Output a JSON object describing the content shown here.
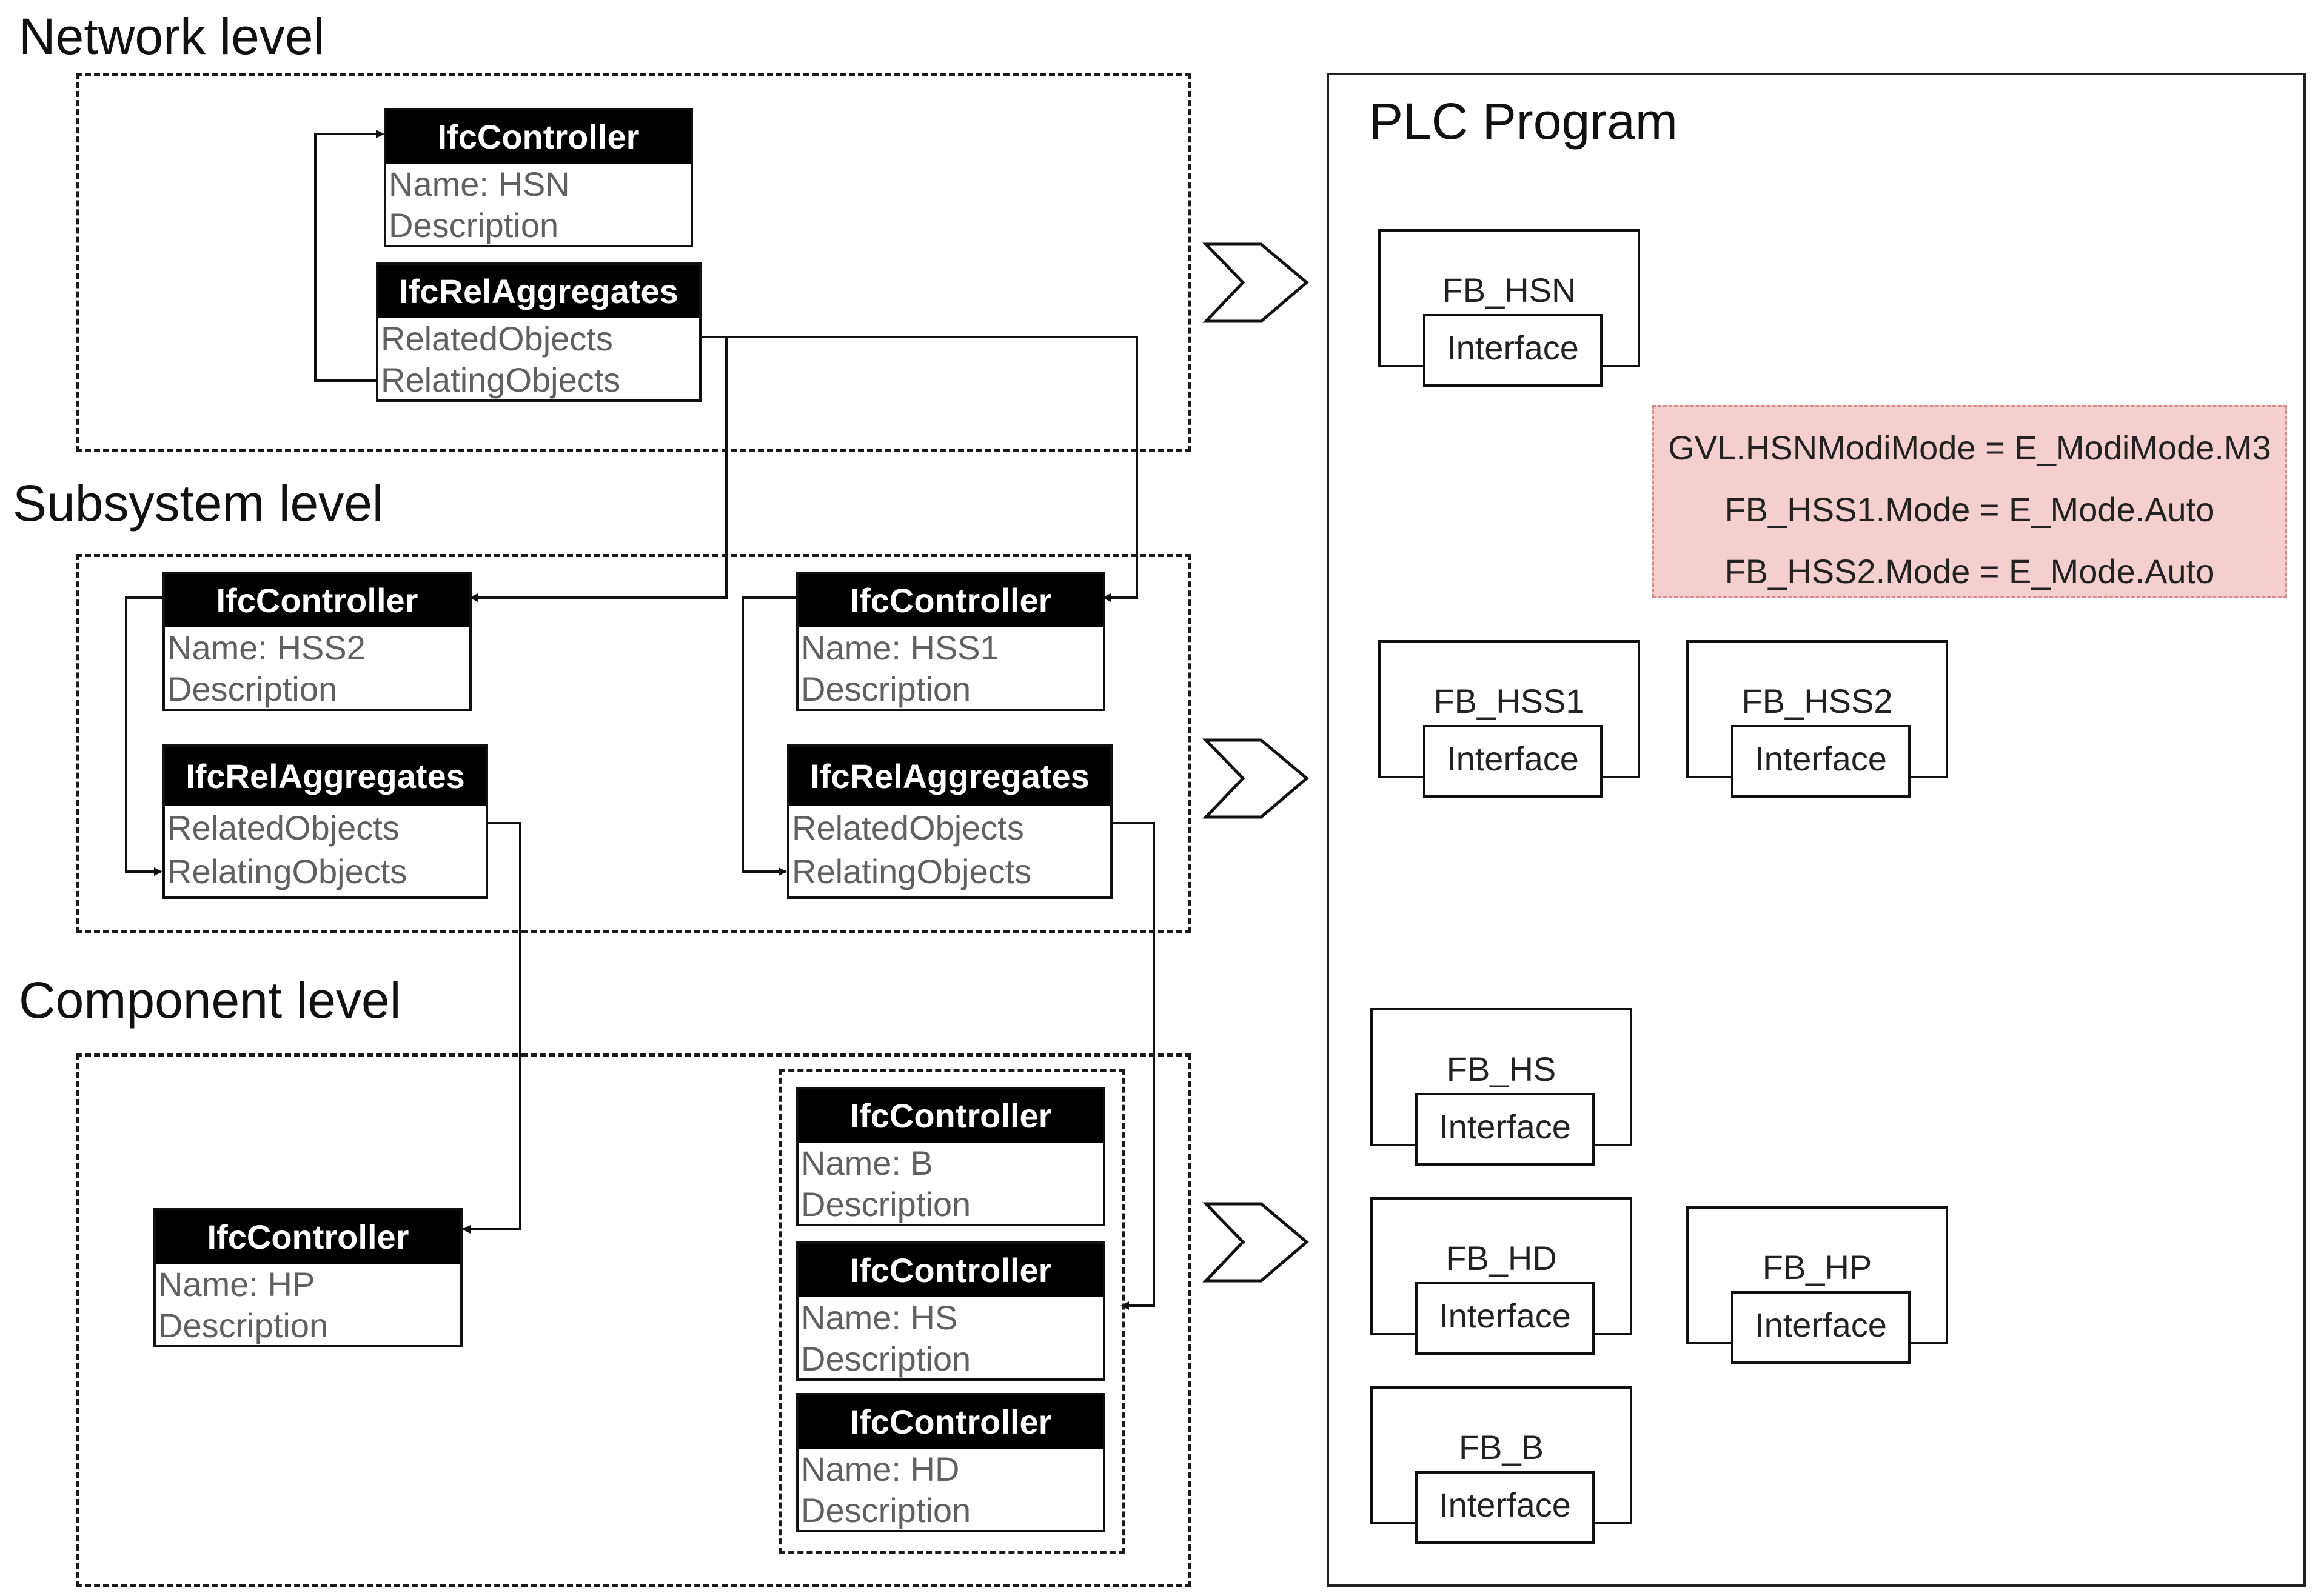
{
  "levels": {
    "network": "Network level",
    "subsystem": "Subsystem level",
    "component": "Component level"
  },
  "ifc_labels": {
    "controller_header": "IfcController",
    "aggregates_header": "IfcRelAggregates",
    "related_objects": "RelatedObjects",
    "relating_objects": "RelatingObjects",
    "description": "Description"
  },
  "controllers": {
    "hsn": "Name: HSN",
    "hss2": "Name: HSS2",
    "hss1": "Name: HSS1",
    "hp": "Name: HP",
    "b": "Name: B",
    "hs": "Name: HS",
    "hd": "Name: HD"
  },
  "plc": {
    "title": "PLC Program",
    "interface_label": "Interface",
    "blocks": {
      "hsn": "FB_HSN",
      "hss1": "FB_HSS1",
      "hss2": "FB_HSS2",
      "hs": "FB_HS",
      "hd": "FB_HD",
      "hp": "FB_HP",
      "b": "FB_B"
    },
    "note_lines": [
      "GVL.HSNModiMode = E_ModiMode.M3",
      "FB_HSS1.Mode = E_Mode.Auto",
      "FB_HSS2.Mode = E_Mode.Auto"
    ],
    "note_color": "#f5cece"
  }
}
